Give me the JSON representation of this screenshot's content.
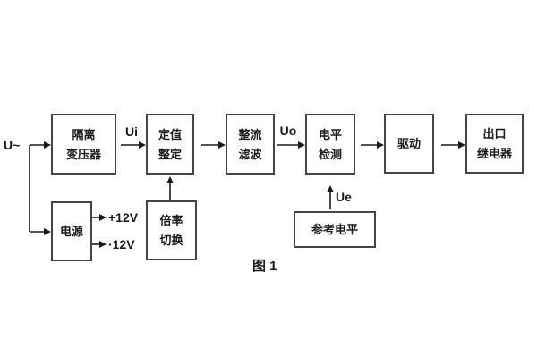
{
  "figure": {
    "caption": "图 1",
    "background_color": "#ffffff",
    "box_border_color": "#454545",
    "line_color": "#1a1a1a",
    "text_color": "#1a1a1a"
  },
  "boxes": {
    "isolation_transformer": {
      "line1": "隔离",
      "line2": "变压器"
    },
    "setting": {
      "line1": "定值",
      "line2": "整定"
    },
    "rectifier_filter": {
      "line1": "整流",
      "line2": "滤波"
    },
    "level_detection": {
      "line1": "电平",
      "line2": "检测"
    },
    "drive": {
      "line1": "驱动"
    },
    "output_relay": {
      "line1": "出口",
      "line2": "继电器"
    },
    "power_supply": {
      "line1": "电源"
    },
    "ratio_switching": {
      "line1": "倍率",
      "line2": "切换"
    },
    "reference_level": {
      "line1": "参考电平"
    }
  },
  "signals": {
    "input": "U~",
    "ui": "Ui",
    "uo": "Uo",
    "ue": "Ue",
    "plus12v": "+12V",
    "minus12v": "·12V"
  }
}
